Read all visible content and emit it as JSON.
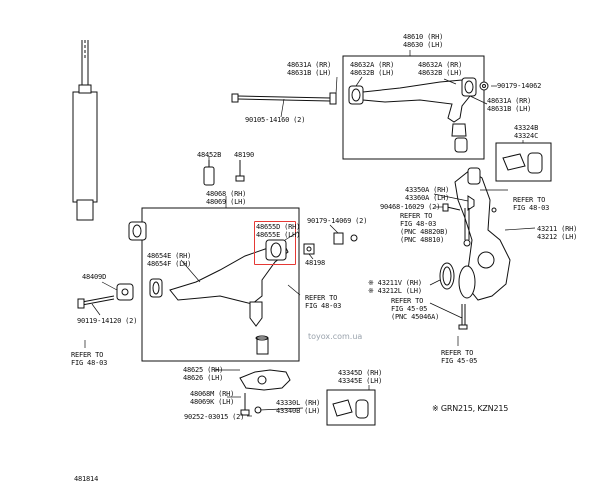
{
  "diagram": {
    "figure_number": "481814",
    "watermark": "toyox.com.ua",
    "model_note": "※ GRN215, KZN215",
    "labels": {
      "upper_arm_top": [
        "48610 (RH)",
        "48630 (LH)"
      ],
      "bushing_a": [
        "48632A (RR)",
        "48632B (LH)"
      ],
      "bushing_b": [
        "48632A (RR)",
        "48632B (LH)"
      ],
      "bushing_c": [
        "48631A (RR)",
        "48631B (LH)"
      ],
      "bushing_d": [
        "48631A (RR)",
        "48631B (LH)"
      ],
      "bolt_upper": "90105-14160 (2)",
      "nut_upper": "90179-14062",
      "kit_upper": [
        "43324B",
        "43324C"
      ],
      "p48452b": "48452B",
      "p48190": "48190",
      "lower_arm": [
        "48068 (RH)",
        "48069 (LH)"
      ],
      "hl_bushing": [
        "48655D (RH)",
        "48655E (LH)"
      ],
      "nut_9017914069": "90179-14069 (2)",
      "p48198": "48198",
      "bushing_lower": [
        "48654E (RH)",
        "48654F (LH)"
      ],
      "p48409d": "48409D",
      "bolt_lower": "90119-14120 (2)",
      "refer_a": [
        "REFER TO",
        "FIG 48-03"
      ],
      "refer_b": [
        "REFER TO",
        "FIG 48-03"
      ],
      "p43350": [
        "43350A (RH)",
        "43360A (LH)"
      ],
      "p90468": "90468-16029 (2)",
      "refer_c": [
        "REFER TO",
        "FIG 48-03",
        "(PNC 48820B)",
        "(PNC 48810)"
      ],
      "refer_d": [
        "REFER TO",
        "FIG 48-03"
      ],
      "knuckle": [
        "43211 (RH)",
        "43212 (LH)"
      ],
      "p43211v": [
        "※ 43211V (RH)",
        "※ 43212L (LH)"
      ],
      "refer_e": [
        "REFER TO",
        "FIG 45-05",
        "(PNC 45046A)"
      ],
      "refer_f": [
        "REFER TO",
        "FIG 45-05"
      ],
      "ball_joint": [
        "48625 (RH)",
        "48626 (LH)"
      ],
      "p48068m": [
        "48068M (RH)",
        "48069K (LH)"
      ],
      "p43330": [
        "43330L (RH)",
        "43340B (LH)"
      ],
      "bolt_ball": "90252-03015 (2)",
      "kit_lower": [
        "43345D (RH)",
        "43345E (LH)"
      ]
    }
  }
}
